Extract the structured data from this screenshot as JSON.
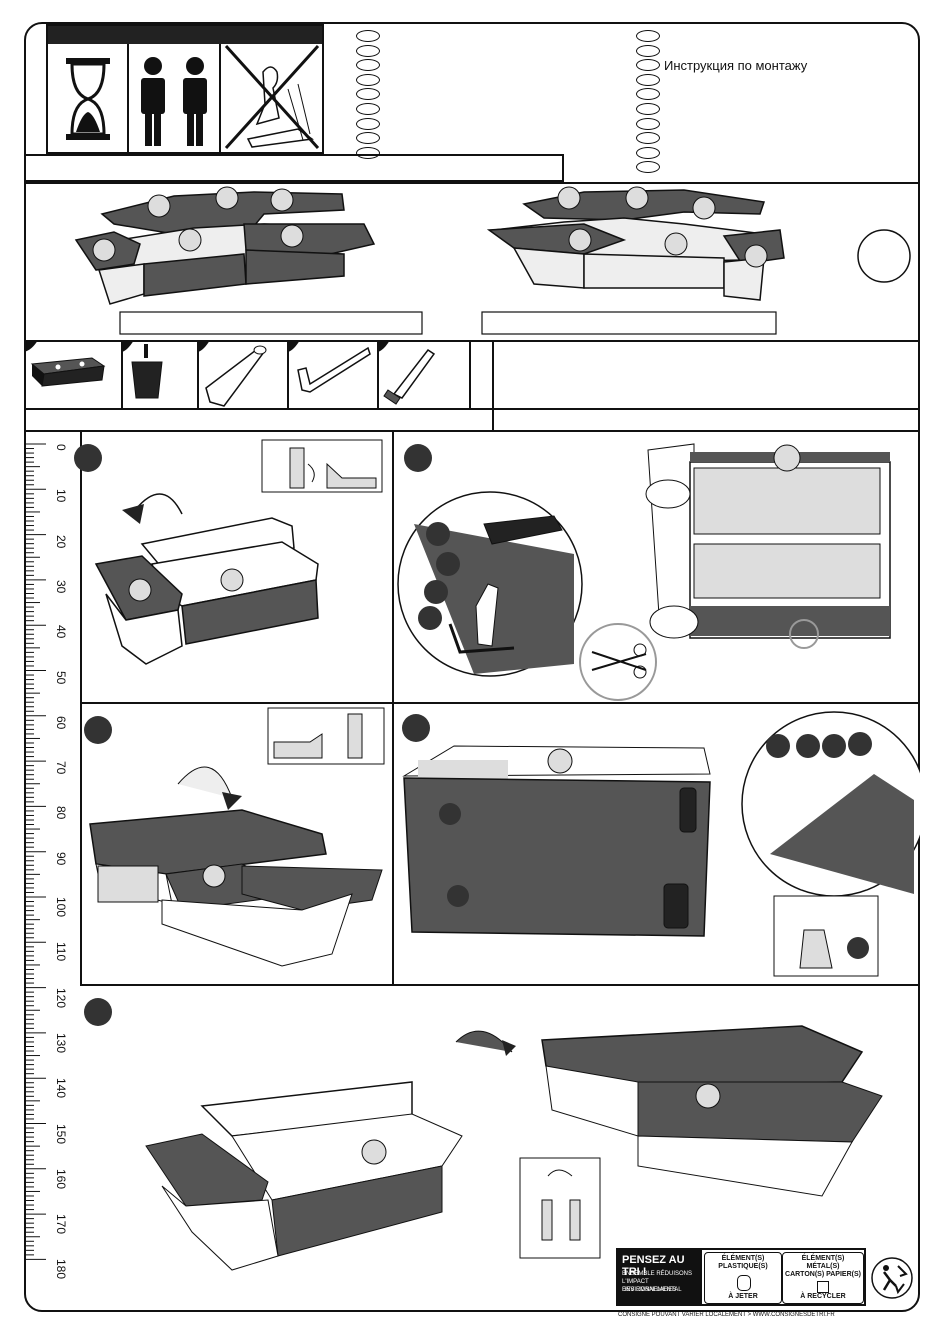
{
  "document": {
    "title": "Инструкция по монтажу"
  },
  "ruler": {
    "marks": [
      "0",
      "10",
      "20",
      "30",
      "40",
      "50",
      "60",
      "70",
      "80",
      "90",
      "100",
      "110",
      "120",
      "130",
      "140",
      "150",
      "160",
      "170",
      "180"
    ]
  },
  "recycling": {
    "headline": "PENSEZ AU TRI !",
    "subtext_1": "ENSEMBLE RÉDUISONS",
    "subtext_2": "L'IMPACT ENVIRONNEMENTAL",
    "subtext_3": "DES EMBALLAGES",
    "plastic_label_1": "ÉLÉMENT(S)",
    "plastic_label_2": "PLASTIQUE(S)",
    "plastic_action": "À JETER",
    "metal_label_1": "ÉLÉMENT(S)",
    "metal_label_2": "MÉTAL(S)",
    "metal_label_3": "CARTON(S) PAPIER(S)",
    "metal_action": "À RECYCLER",
    "footer": "CONSIGNE POUVANT VARIER LOCALEMENT > WWW.CONSIGNESDETRI.FR"
  },
  "colors": {
    "dark_fill": "#3a3a3a",
    "mid_fill": "#555555",
    "light_fill": "#dddddd",
    "line": "#111111"
  }
}
